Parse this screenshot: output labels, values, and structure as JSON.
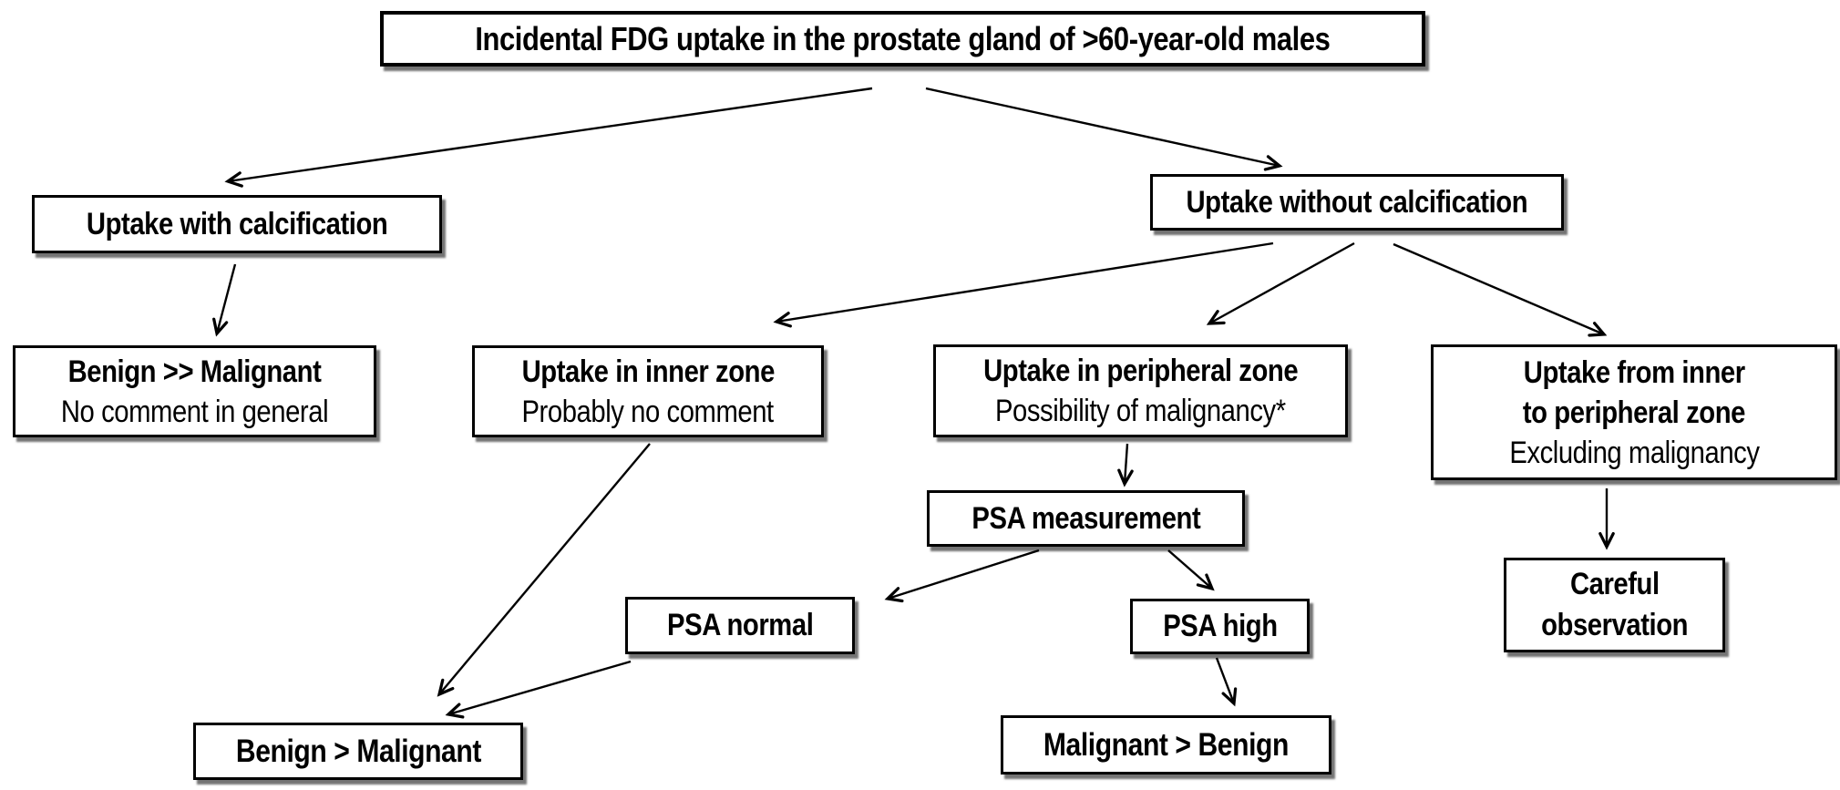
{
  "diagram_title": "Incidental FDG uptake in the prostate gland of >60-year-old males",
  "colors": {
    "background": "#ffffff",
    "box_fill": "#ffffff",
    "box_border": "#000000",
    "text": "#000000",
    "arrow": "#000000",
    "box_shadow": "#3c3c3c"
  },
  "nodes": {
    "root": {
      "label": "Incidental FDG uptake in the prostate gland of >60-year-old males"
    },
    "uptake_with_calcification": {
      "label": "Uptake with calcification"
    },
    "uptake_without_calcification": {
      "label": "Uptake without calcification"
    },
    "benign_much_greater_malignant": {
      "label": "Benign >> Malignant",
      "note": "No comment in general"
    },
    "uptake_inner_zone": {
      "label": "Uptake in inner zone",
      "note": "Probably no comment"
    },
    "uptake_peripheral_zone": {
      "label": "Uptake in peripheral zone",
      "note": "Possibility of malignancy*"
    },
    "uptake_inner_to_peripheral": {
      "label_line1": "Uptake from inner",
      "label_line2": "to peripheral zone",
      "note": "Excluding malignancy"
    },
    "psa_measurement": {
      "label": "PSA measurement"
    },
    "psa_normal": {
      "label": "PSA normal"
    },
    "psa_high": {
      "label": "PSA high"
    },
    "careful_observation": {
      "label_line1": "Careful",
      "label_line2": "observation"
    },
    "benign_greater_malignant": {
      "label": "Benign > Malignant"
    },
    "malignant_greater_benign": {
      "label": "Malignant > Benign"
    }
  },
  "edges": [
    {
      "from": "root",
      "to": "uptake_with_calcification"
    },
    {
      "from": "root",
      "to": "uptake_without_calcification"
    },
    {
      "from": "uptake_with_calcification",
      "to": "benign_much_greater_malignant"
    },
    {
      "from": "uptake_without_calcification",
      "to": "uptake_inner_zone"
    },
    {
      "from": "uptake_without_calcification",
      "to": "uptake_peripheral_zone"
    },
    {
      "from": "uptake_without_calcification",
      "to": "uptake_inner_to_peripheral"
    },
    {
      "from": "uptake_peripheral_zone",
      "to": "psa_measurement"
    },
    {
      "from": "psa_measurement",
      "to": "psa_normal"
    },
    {
      "from": "psa_measurement",
      "to": "psa_high"
    },
    {
      "from": "uptake_inner_zone",
      "to": "benign_greater_malignant"
    },
    {
      "from": "psa_normal",
      "to": "benign_greater_malignant"
    },
    {
      "from": "psa_high",
      "to": "malignant_greater_benign"
    },
    {
      "from": "uptake_inner_to_peripheral",
      "to": "careful_observation"
    }
  ]
}
